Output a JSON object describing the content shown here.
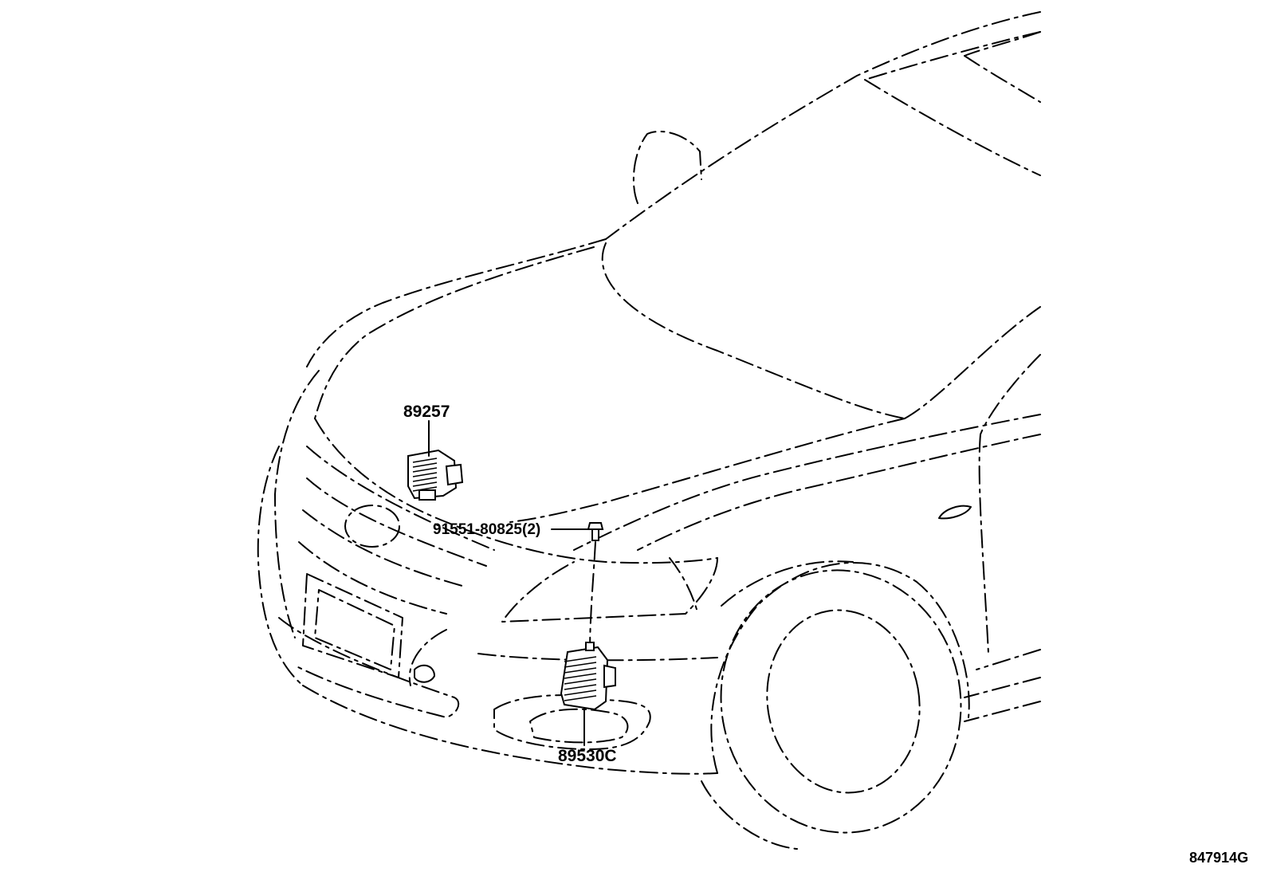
{
  "diagram": {
    "labels": {
      "upper_part": "89257",
      "bolt": "91551-80825(2)",
      "lower_part": "89530C"
    },
    "figure_code": "847914G"
  }
}
